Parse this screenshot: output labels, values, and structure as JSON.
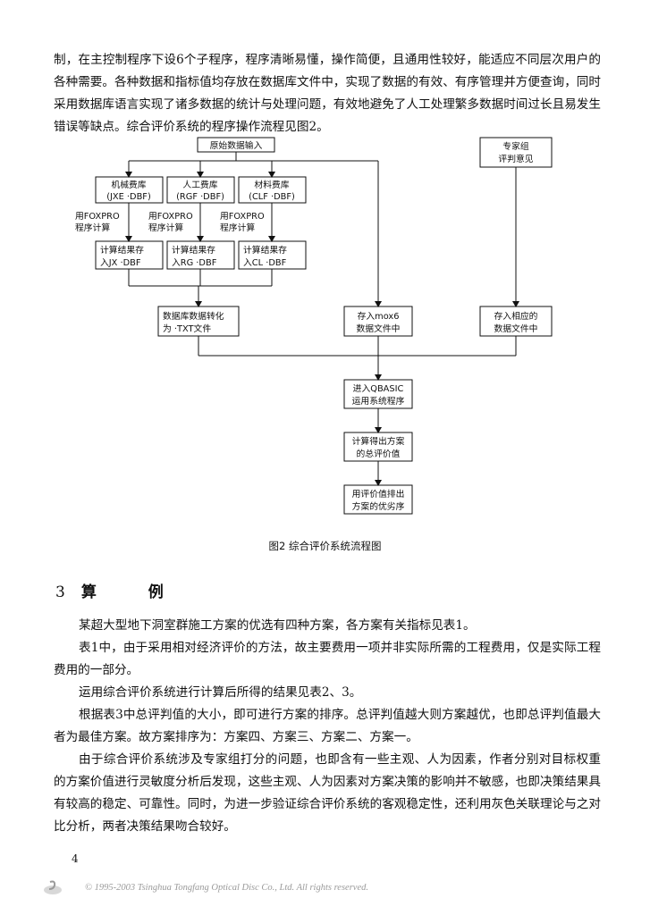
{
  "top_text": [
    "制，在主控制程序下设6个子程序，程序清晰易懂，操作简便，且通用性较好，能适应不同层次用户的各种需要。各种数据和指标值均存放在数据库文件中，实现了数据的有效、有序管理并方便查询，同时采用数据库语言实现了诸多数据的统计与处理问题，有效地避免了人工处理繁多数据时间过长且易发生错误等缺点。综合评价系统的程序操作流程见图2。"
  ],
  "flowchart": {
    "input": "原始数据输入",
    "expert": [
      "专家组",
      "评判意见"
    ],
    "db1": [
      "机械费库",
      "(JXE  ·DBF)"
    ],
    "db2": [
      "人工费库",
      "(RGF  ·DBF)"
    ],
    "db3": [
      "材料费库",
      "(CLF  ·DBF)"
    ],
    "calc1": [
      "用FOXPRO",
      "程序计算"
    ],
    "calc2": [
      "用FOXPRO",
      "程序计算"
    ],
    "calc3": [
      "用FOXPRO",
      "程序计算"
    ],
    "res1": [
      "计算结果存",
      "入JX  ·DBF"
    ],
    "res2": [
      "计算结果存",
      "入RG  ·DBF"
    ],
    "res3": [
      "计算结果存",
      "入CL  ·DBF"
    ],
    "convert": [
      "数据库数据转化",
      "为  ·TXT文件"
    ],
    "mox": [
      "存入mox6",
      "数据文件中"
    ],
    "corr": [
      "存入相应的",
      "数据文件中"
    ],
    "qbasic": [
      "进入QBASIC",
      "运用系统程序"
    ],
    "calc_total": [
      "计算得出方案",
      "的总评价值"
    ],
    "rank": [
      "用评价值排出",
      "方案的优劣序"
    ]
  },
  "figure_caption": "图2   综合评价系统流程图",
  "section": {
    "number": "3",
    "title": "算  例"
  },
  "body_paragraphs": [
    "某超大型地下洞室群施工方案的优选有四种方案，各方案有关指标见表1。",
    "表1中，由于采用相对经济评价的方法，故主要费用一项并非实际所需的工程费用，仅是实际工程费用的一部分。",
    "运用综合评价系统进行计算后所得的结果见表2、3。",
    "根据表3中总评判值的大小，即可进行方案的排序。总评判值越大则方案越优，也即总评判值最大者为最佳方案。故方案排序为：方案四、方案三、方案二、方案一。",
    "由于综合评价系统涉及专家组打分的问题，也即含有一些主观、人为因素，作者分别对目标权重的方案价值进行灵敏度分析后发现，这些主观、人为因素对方案决策的影响并不敏感，也即决策结果具有较高的稳定、可靠性。同时，为进一步验证综合评价系统的客观稳定性，还利用灰色关联理论与之对比分析，两者决策结果吻合较好。"
  ],
  "page_number": "4",
  "footer": "© 1995-2003 Tsinghua Tongfang Optical Disc Co., Ltd.   All rights reserved."
}
